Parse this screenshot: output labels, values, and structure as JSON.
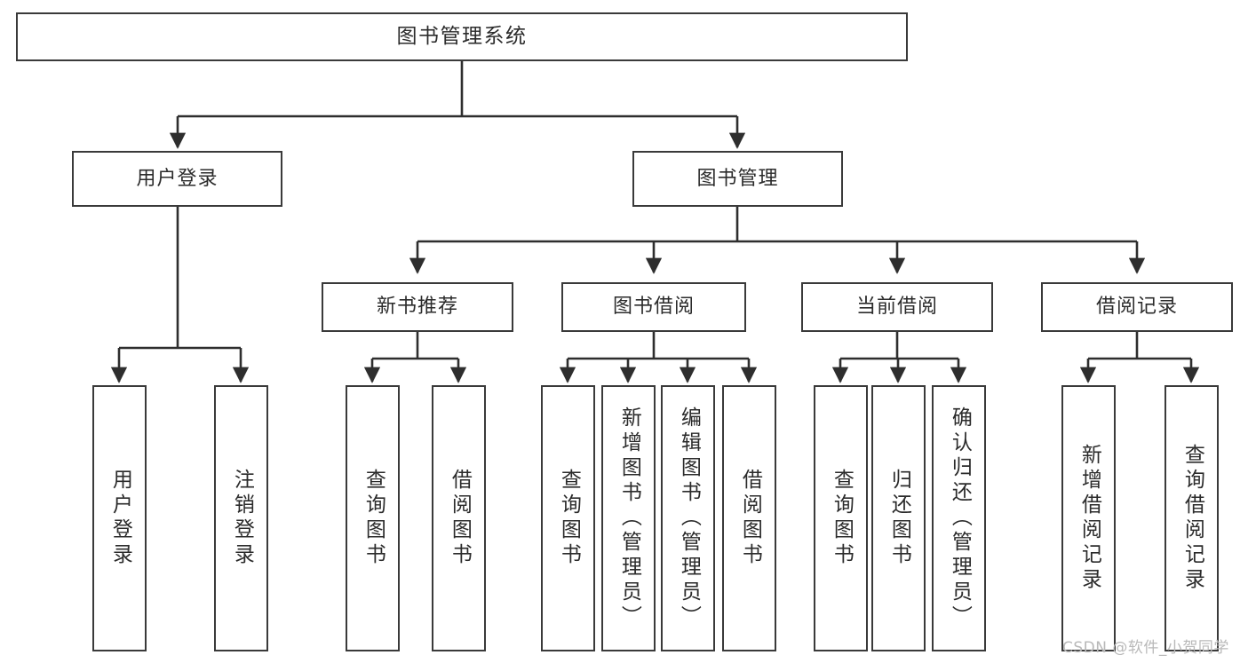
{
  "diagram": {
    "type": "tree-hierarchy",
    "title": "图书管理系统",
    "orientation": "top-down",
    "colors": {
      "box_border": "#3a3a3a",
      "box_fill": "#ffffff",
      "connector": "#2e2e2e",
      "text": "#2b2b2b",
      "watermark": "#b9b9b9",
      "background": "#ffffff"
    },
    "watermark": "CSDN @软件_小贺同学",
    "nodes": {
      "root": {
        "label": "图书管理系统"
      },
      "level2": [
        {
          "id": "user-login",
          "label": "用户登录"
        },
        {
          "id": "book-management",
          "label": "图书管理"
        }
      ],
      "level3": [
        {
          "id": "new-book-recommend",
          "label": "新书推荐"
        },
        {
          "id": "book-borrow",
          "label": "图书借阅"
        },
        {
          "id": "current-borrow",
          "label": "当前借阅"
        },
        {
          "id": "borrow-record",
          "label": "借阅记录"
        }
      ],
      "leaves": [
        {
          "id": "leaf-user-login",
          "label": "用户登录",
          "parent": "user-login"
        },
        {
          "id": "leaf-logout-login",
          "label": "注销登录",
          "parent": "user-login"
        },
        {
          "id": "leaf-query-book-1",
          "label": "查询图书",
          "parent": "new-book-recommend"
        },
        {
          "id": "leaf-borrow-book-1",
          "label": "借阅图书",
          "parent": "new-book-recommend"
        },
        {
          "id": "leaf-query-book-2",
          "label": "查询图书",
          "parent": "book-borrow"
        },
        {
          "id": "leaf-add-book",
          "label": "新增图书（管理员）",
          "parent": "book-borrow"
        },
        {
          "id": "leaf-edit-book",
          "label": "编辑图书（管理员）",
          "parent": "book-borrow"
        },
        {
          "id": "leaf-borrow-book-2",
          "label": "借阅图书",
          "parent": "book-borrow"
        },
        {
          "id": "leaf-query-book-3",
          "label": "查询图书",
          "parent": "current-borrow"
        },
        {
          "id": "leaf-return-book",
          "label": "归还图书",
          "parent": "current-borrow"
        },
        {
          "id": "leaf-confirm-return",
          "label": "确认归还（管理员）",
          "parent": "current-borrow"
        },
        {
          "id": "leaf-add-borrow-record",
          "label": "新增借阅记录",
          "parent": "borrow-record"
        },
        {
          "id": "leaf-query-borrow-record",
          "label": "查询借阅记录",
          "parent": "borrow-record"
        }
      ]
    }
  }
}
